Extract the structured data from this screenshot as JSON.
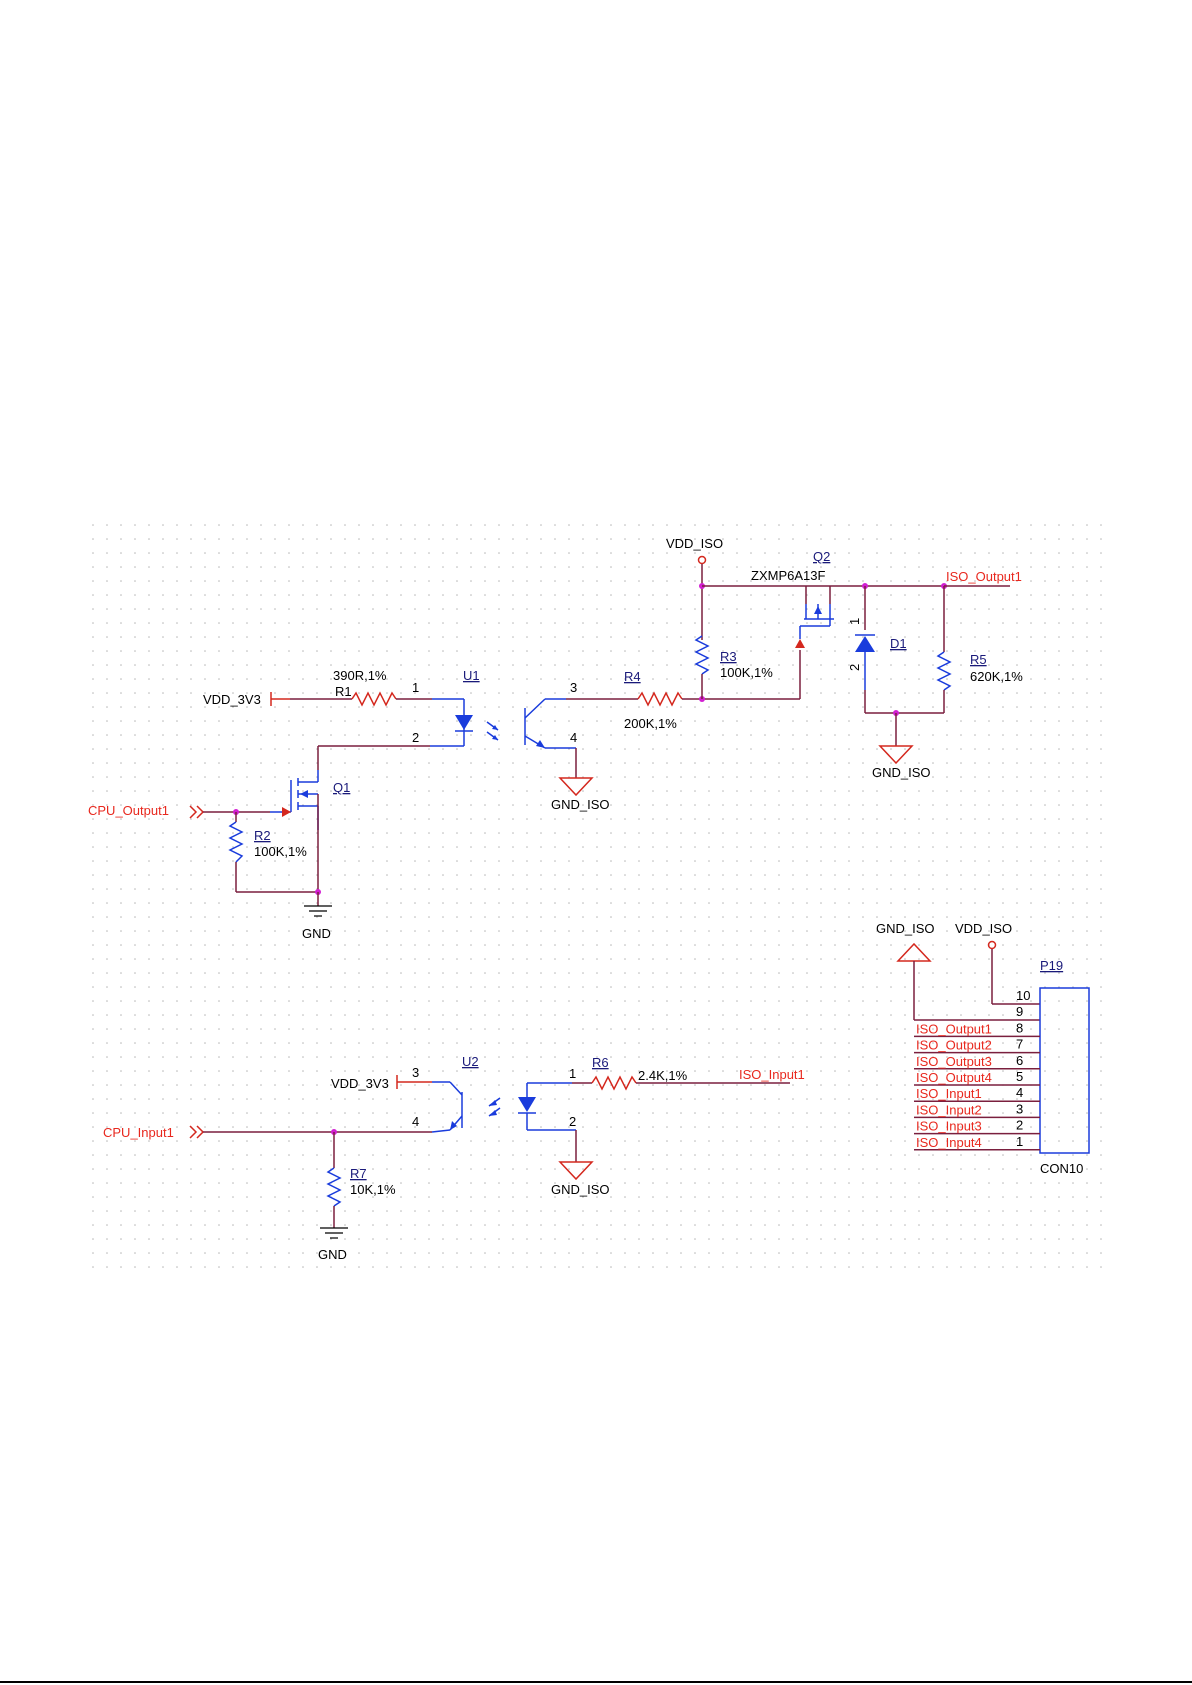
{
  "nets": {
    "vdd_3v3": "VDD_3V3",
    "vdd_iso": "VDD_ISO",
    "gnd": "GND",
    "gnd_iso": "GND_ISO",
    "cpu_output1": "CPU_Output1",
    "cpu_input1": "CPU_Input1",
    "iso_output1": "ISO_Output1",
    "iso_input1": "ISO_Input1"
  },
  "components": {
    "r1": {
      "ref": "R1",
      "value": "390R,1%"
    },
    "r2": {
      "ref": "R2",
      "value": "100K,1%"
    },
    "r3": {
      "ref": "R3",
      "value": "100K,1%"
    },
    "r4": {
      "ref": "R4",
      "value": "200K,1%"
    },
    "r5": {
      "ref": "R5",
      "value": "620K,1%"
    },
    "r6": {
      "ref": "R6",
      "value": "2.4K,1%"
    },
    "r7": {
      "ref": "R7",
      "value": "10K,1%"
    },
    "u1": {
      "ref": "U1"
    },
    "u2": {
      "ref": "U2"
    },
    "q1": {
      "ref": "Q1"
    },
    "q2": {
      "ref": "Q2",
      "value": "ZXMP6A13F"
    },
    "d1": {
      "ref": "D1"
    },
    "p19": {
      "ref": "P19",
      "value": "CON10"
    }
  },
  "pins": {
    "u1": [
      "1",
      "2",
      "3",
      "4"
    ],
    "u2": [
      "3",
      "4",
      "1",
      "2"
    ],
    "d1": [
      "1",
      "2"
    ]
  },
  "connector": {
    "pins": [
      {
        "num": "10",
        "net": ""
      },
      {
        "num": "9",
        "net": ""
      },
      {
        "num": "8",
        "net": "ISO_Output1"
      },
      {
        "num": "7",
        "net": "ISO_Output2"
      },
      {
        "num": "6",
        "net": "ISO_Output3"
      },
      {
        "num": "5",
        "net": "ISO_Output4"
      },
      {
        "num": "4",
        "net": "ISO_Input1"
      },
      {
        "num": "3",
        "net": "ISO_Input2"
      },
      {
        "num": "2",
        "net": "ISO_Input3"
      },
      {
        "num": "1",
        "net": "ISO_Input4"
      }
    ]
  },
  "colors": {
    "wire": "#7a1f3e",
    "component": "#1a3cdc",
    "net_label": "#e8281e",
    "junction": "#d21fd2"
  }
}
